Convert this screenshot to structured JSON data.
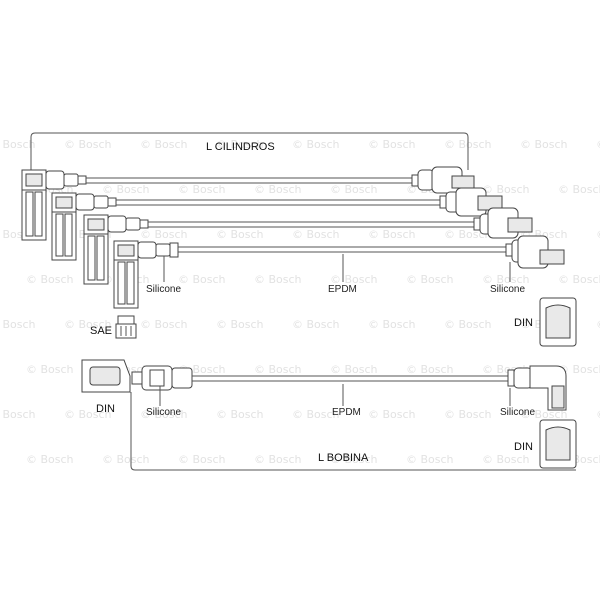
{
  "watermark": "© Bosch",
  "labels": {
    "l_cilindros": "L  CILINDROS",
    "l_bobina": "L  BOBINA",
    "silicone_top_left": "Silicone",
    "epdm_top": "EPDM",
    "silicone_top_right": "Silicone",
    "din_top_right": "DIN",
    "sae": "SAE",
    "din_left": "DIN",
    "silicone_bottom_left": "Silicone",
    "epdm_bottom": "EPDM",
    "silicone_bottom_right": "Silicone",
    "din_bottom_right": "DIN"
  }
}
